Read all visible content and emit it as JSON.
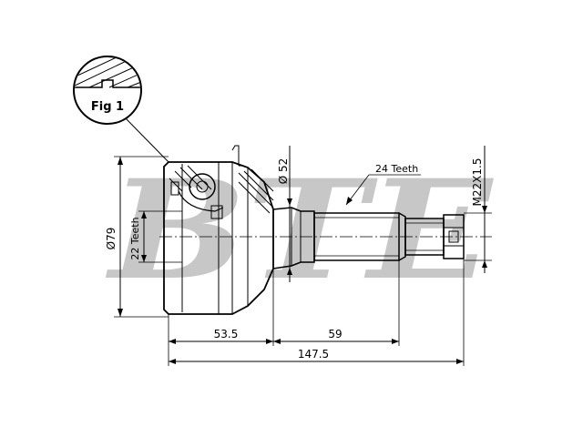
{
  "watermark": "BTE",
  "detail": {
    "label": "Fig 1"
  },
  "dimensions": {
    "outer_diameter": "Ø79",
    "inner_splines": "22 Teeth",
    "seal_diameter": "Ø 52",
    "outer_splines": "24 Teeth",
    "thread": "M22X1.5",
    "bell_length": "53.5",
    "shaft_length": "59",
    "overall_length": "147.5"
  },
  "colors": {
    "line": "#000000",
    "watermark": "#c7c7c7",
    "background": "#ffffff"
  }
}
